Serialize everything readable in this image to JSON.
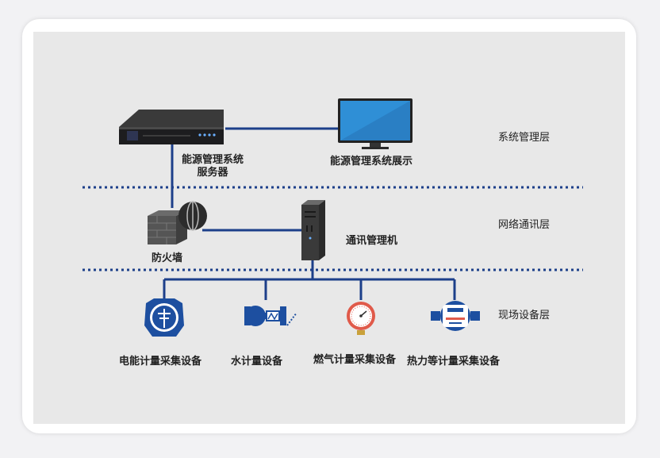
{
  "layers": {
    "system": "系统管理层",
    "network": "网络通讯层",
    "field": "现场设备层"
  },
  "devices": {
    "server_line1": "能源管理系统",
    "server_line2": "服务器",
    "display": "能源管理系统展示",
    "firewall": "防火墙",
    "comm": "通讯管理机",
    "electric": "电能计量采集设备",
    "water": "水计量设备",
    "gas": "燃气计量采集设备",
    "heat": "热力等计量采集设备"
  },
  "colors": {
    "line": "#1d3f8a",
    "dotted": "#1d3f8a",
    "monitor_screen": "#2f8fd6"
  }
}
